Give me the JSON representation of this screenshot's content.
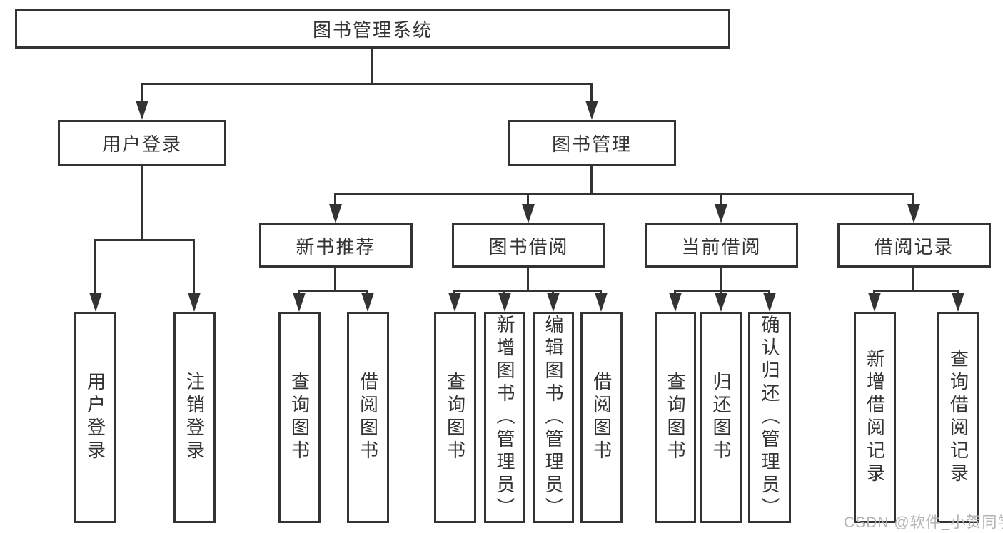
{
  "title": "图书管理系统",
  "level2": [
    {
      "label": "用户登录"
    },
    {
      "label": "图书管理"
    }
  ],
  "level3": [
    {
      "label": "新书推荐"
    },
    {
      "label": "图书借阅"
    },
    {
      "label": "当前借阅"
    },
    {
      "label": "借阅记录"
    }
  ],
  "leaves": [
    {
      "label": "用户登录"
    },
    {
      "label": "注销登录"
    },
    {
      "label": "查询图书"
    },
    {
      "label": "借阅图书"
    },
    {
      "label": "查询图书"
    },
    {
      "label": "新增图书（管理员）"
    },
    {
      "label": "编辑图书（管理员）"
    },
    {
      "label": "借阅图书"
    },
    {
      "label": "查询图书"
    },
    {
      "label": "归还图书"
    },
    {
      "label": "确认归还（管理员）"
    },
    {
      "label": "新增借阅记录"
    },
    {
      "label": "查询借阅记录"
    }
  ],
  "watermark": "CSDN @软件_小贺同学",
  "colors": {
    "line": "#333333",
    "text": "#333333",
    "background": "#ffffff",
    "watermark": "#b3b3b3"
  }
}
